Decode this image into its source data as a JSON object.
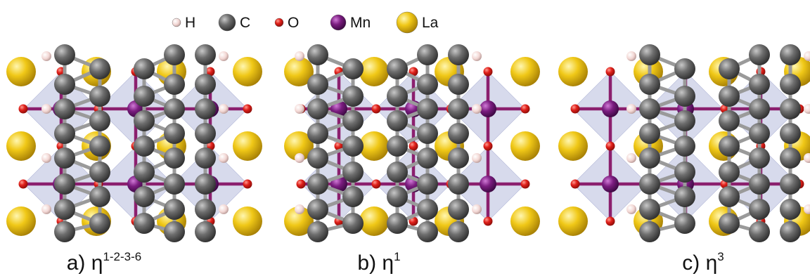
{
  "legend": [
    {
      "label": "H",
      "element": "H",
      "color": "#f2d6d3"
    },
    {
      "label": "C",
      "element": "C",
      "color": "#6e6e6e"
    },
    {
      "label": "O",
      "element": "O",
      "color": "#e0201a"
    },
    {
      "label": "Mn",
      "element": "Mn",
      "color": "#7b1d80"
    },
    {
      "label": "La",
      "element": "La",
      "color": "#f0c817"
    }
  ],
  "panels": [
    {
      "id": "a",
      "caption_prefix": "a) η",
      "caption_sup": "1-2-3-6",
      "ring_offset": "centered"
    },
    {
      "id": "b",
      "caption_prefix": "b) η",
      "caption_sup": "1",
      "ring_offset": "left-shifted"
    },
    {
      "id": "c",
      "caption_prefix": "c) η",
      "caption_sup": "3",
      "ring_offset": "right-shifted"
    }
  ],
  "colors": {
    "octahedron_fill": "#c9cde6",
    "bond_mn_o": "#8b1f6e",
    "bond_c": "#9a9a9a",
    "background": "#ffffff"
  }
}
